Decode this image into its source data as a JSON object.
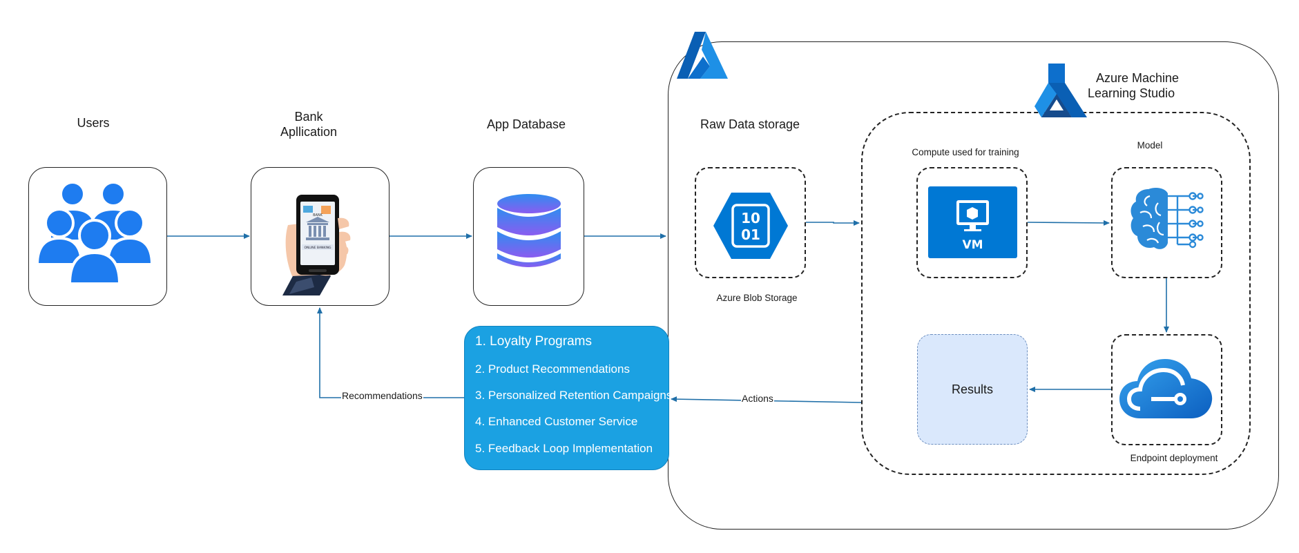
{
  "nodes": {
    "users": {
      "label": "Users"
    },
    "bank_app": {
      "label_line1": "Bank",
      "label_line2": "Apllication"
    },
    "app_database": {
      "label": "App Database"
    },
    "raw_data_storage": {
      "label": "Raw Data storage",
      "caption": "Azure Blob Storage",
      "icon_text_top": "10",
      "icon_text_bottom": "01"
    },
    "azure_ml_studio": {
      "label_line1": "Azure Machine",
      "label_line2": "Learning Studio"
    },
    "compute": {
      "label": "Compute used for training",
      "icon_text": "VM"
    },
    "model": {
      "label": "Model"
    },
    "endpoint": {
      "label": "Endpoint deployment"
    },
    "results": {
      "label": "Results"
    }
  },
  "phone_icon": {
    "screen_top": "BANK",
    "screen_bottom": "ONLINE BANKING"
  },
  "actions_list": [
    "1. Loyalty Programs",
    "2. Product Recommendations",
    "3. Personalized Retention Campaigns",
    "4. Enhanced Customer Service",
    "5. Feedback Loop Implementation"
  ],
  "edges": {
    "actions_label": "Actions",
    "recommendations_label": "Recommendations"
  },
  "colors": {
    "arrow": "#1f6fa8",
    "actions_panel": "#1ba1e2",
    "results_fill": "#dae8fc",
    "azure_blue": "#0078d4",
    "users_blue": "#1e7cf0",
    "database_purple": "#6c73f0"
  },
  "icons": [
    "azure-logo-icon",
    "ml-studio-icon",
    "users-icon",
    "phone-banking-icon",
    "database-icon",
    "blob-storage-icon",
    "vm-icon",
    "brain-network-icon",
    "cloud-endpoint-icon"
  ]
}
